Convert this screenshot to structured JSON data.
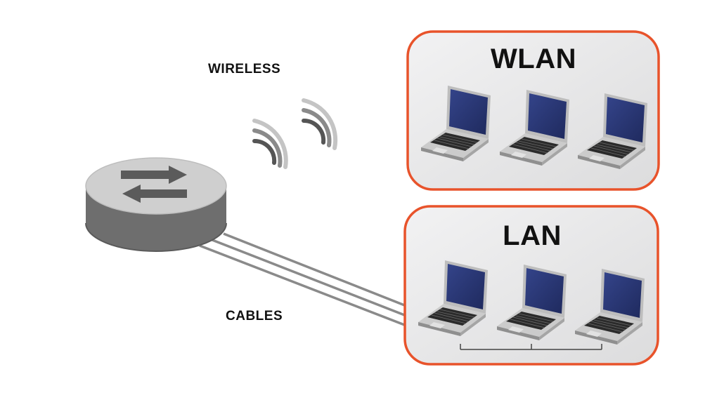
{
  "labels": {
    "wireless": "WIRELESS",
    "cables": "CABLES"
  },
  "groups": {
    "wlan": {
      "title": "WLAN",
      "laptop_count": 3
    },
    "lan": {
      "title": "LAN",
      "laptop_count": 3
    }
  },
  "colors": {
    "group_border": "#e8532b",
    "group_fill": "#e9e9ea",
    "router_top": "#cfcfcf",
    "router_side": "#6e6e6e",
    "arrow": "#5b5b5b",
    "screen": "#2c3a78",
    "laptop_body": "#c6c6c6",
    "cable": "#8a8a8a",
    "wifi": "#9a9a9a"
  },
  "icons": {
    "router": "router-icon",
    "wifi": "wifi-signal-icon",
    "laptop": "laptop-icon"
  }
}
